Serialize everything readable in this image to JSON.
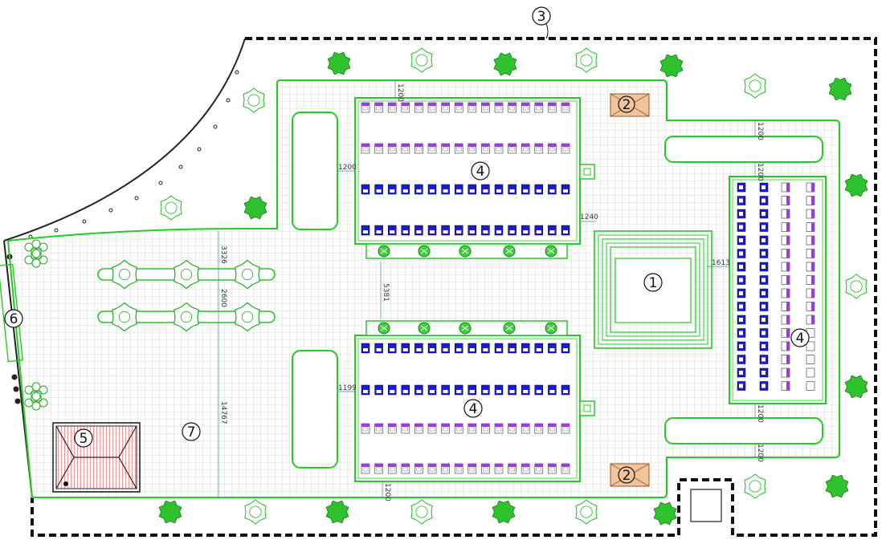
{
  "labels": {
    "n1": "1",
    "n2": "2",
    "n3": "3",
    "n4": "4",
    "n5": "5",
    "n6": "6",
    "n7": "7"
  },
  "dimensions": {
    "top_block_gap": "1200",
    "left_top_block": "1200",
    "right_of_top_block": "1240",
    "between_blocks": "5381",
    "right_of_monument": "1613",
    "left_bottom_block": "1199",
    "bottom_block_gap": "1200",
    "right_zone_top_a": "1200",
    "right_zone_top_b": "1200",
    "right_zone_bottom_a": "1200",
    "right_zone_bottom_b": "1200",
    "tree_row_1": "3326",
    "tree_row_2": "2600",
    "long_vertical": "14767"
  },
  "colors": {
    "green_line": "#22cc22",
    "grid_line": "#b8b8b8",
    "boundary": "#111111",
    "tree_fill": "#22aa22",
    "tomb_blue": "#1a1adb",
    "tomb_purple": "#9b3dd6",
    "building_red": "#e04040",
    "stair_fill": "#f2c49b"
  }
}
